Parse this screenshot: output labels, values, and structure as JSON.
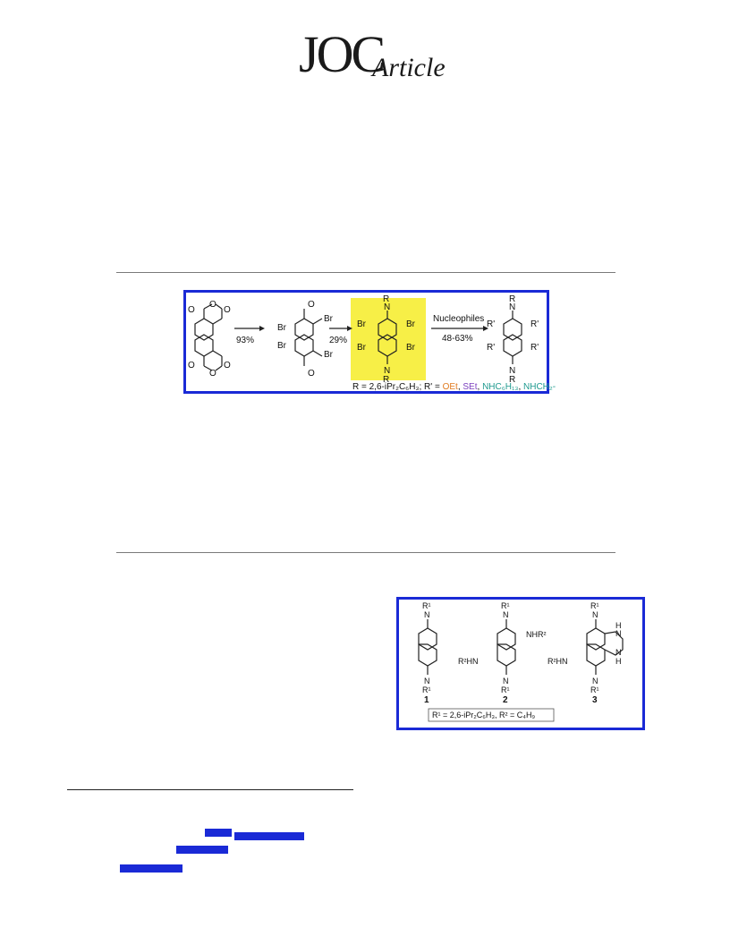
{
  "header": {
    "journal_abbrev": "JOC",
    "section": "Article"
  },
  "scheme1": {
    "yields": [
      "93%",
      "29%"
    ],
    "reagent": "Nucleophiles",
    "reagent_yield": "48-63%",
    "substituent_R": "R",
    "substituent_R_prime": "R'",
    "atom_N": "N",
    "atom_O": "O",
    "atom_Br": "Br",
    "footnote_R": "R = 2,6-iPr₂C₆H₃; R' = ",
    "footnote_items": [
      {
        "text": "OEt",
        "color": "#e07a1f"
      },
      {
        "text": "SEt",
        "color": "#7b3fbf"
      },
      {
        "text": "NHC₆H₁₃",
        "color": "#1f9a8f"
      },
      {
        "text": "NHCH₂-",
        "color": "#1f9a8f"
      }
    ],
    "separators": [
      ", ",
      ", ",
      ", "
    ],
    "highlight_color": "#f7ef47"
  },
  "chart1": {
    "compound_labels": [
      "1",
      "2",
      "3"
    ],
    "labels": {
      "R1": "R¹",
      "NHR2": "NHR²",
      "R2HN": "R²HN",
      "NH": "H",
      "N_of_NH": "N"
    },
    "footnote": "R¹ = 2,6-iPr₂C₆H₃, R² = C₄H₉"
  },
  "colors": {
    "frame": "#1a2ad6",
    "link": "#1a2ad6"
  }
}
